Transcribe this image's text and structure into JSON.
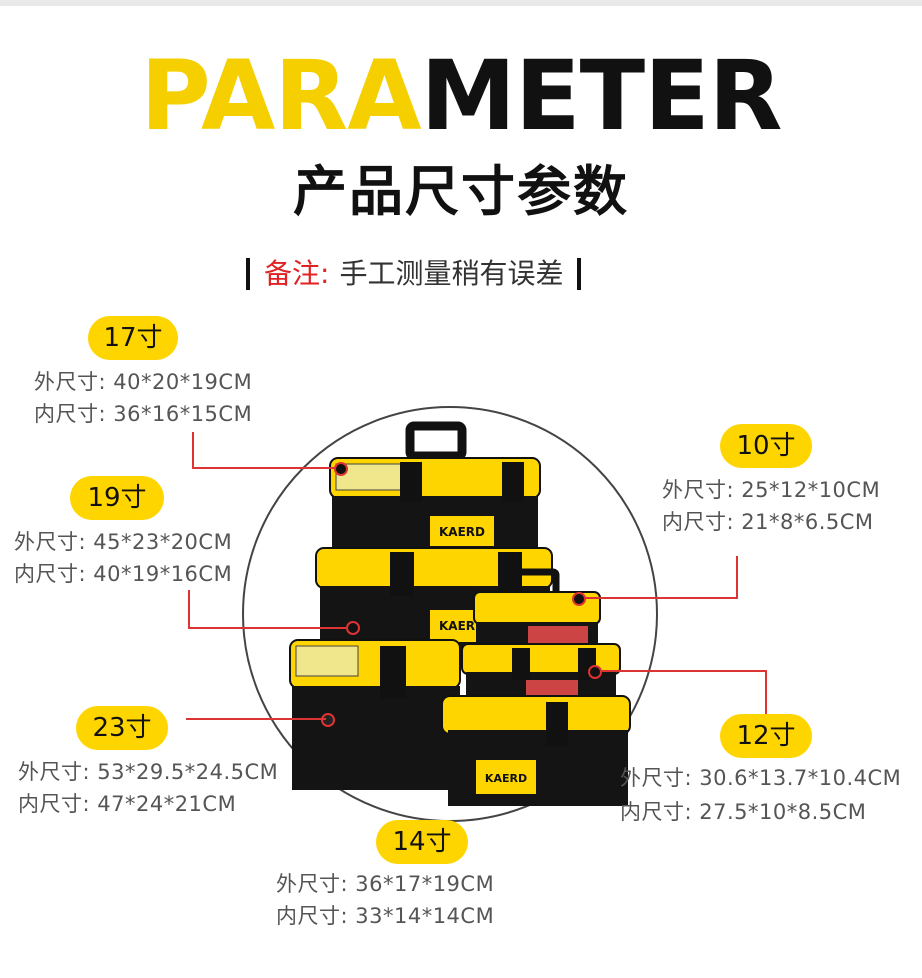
{
  "header": {
    "title_yellow": "PARA",
    "title_black": "METER",
    "subtitle": "产品尺寸参数",
    "note_label": "备注:",
    "note_text": "手工测量稍有误差"
  },
  "brand": "KAERD",
  "sizes": [
    {
      "label": "17寸",
      "outer": "外尺寸: 40*20*19CM",
      "inner": "内尺寸: 36*16*15CM"
    },
    {
      "label": "19寸",
      "outer": "外尺寸: 45*23*20CM",
      "inner": "内尺寸: 40*19*16CM"
    },
    {
      "label": "23寸",
      "outer": "外尺寸: 53*29.5*24.5CM",
      "inner": "内尺寸: 47*24*21CM"
    },
    {
      "label": "10寸",
      "outer": "外尺寸: 25*12*10CM",
      "inner": "内尺寸: 21*8*6.5CM"
    },
    {
      "label": "12寸",
      "outer": "外尺寸: 30.6*13.7*10.4CM",
      "inner": "内尺寸: 27.5*10*8.5CM"
    },
    {
      "label": "14寸",
      "outer": "外尺寸: 36*17*19CM",
      "inner": "内尺寸: 33*14*14CM"
    }
  ],
  "colors": {
    "yellow": "#ffd500",
    "title_yellow": "#f5cf00",
    "accent_red": "#e02222",
    "box_black": "#141414"
  }
}
